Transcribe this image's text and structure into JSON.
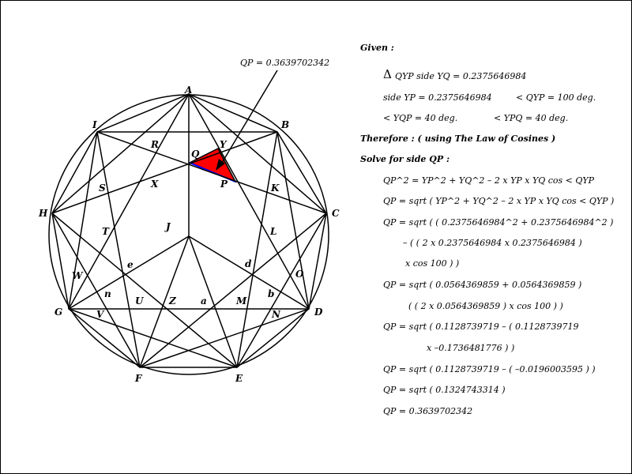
{
  "annotation": "QP = 0.3639702342",
  "point_labels": {
    "A": "A",
    "B": "B",
    "C": "C",
    "D": "D",
    "E": "E",
    "F": "F",
    "G": "G",
    "H": "H",
    "I": "I",
    "Q": "Q",
    "Y": "Y",
    "P": "P",
    "R": "R",
    "X": "X",
    "K": "K",
    "S": "S",
    "J": "J",
    "T": "T",
    "L": "L",
    "e": "e",
    "d": "d",
    "W": "W",
    "O": "O",
    "n": "n",
    "b": "b",
    "U": "U",
    "Z": "Z",
    "a": "a",
    "M": "M",
    "V": "V",
    "N": "N"
  },
  "colors": {
    "triangle_fill": "#ff0000",
    "segment": "#0000ff",
    "line": "#000000"
  },
  "text": {
    "given": "Given :",
    "triangle_symbol": "Δ",
    "given_line1": "QYP     side YQ = 0.2375646984",
    "given_line2a": "side YP = 0.2375646984",
    "given_line2b": "< QYP = 100 deg.",
    "given_line3a": "< YQP = 40 deg.",
    "given_line3b": "< YPQ = 40 deg.",
    "therefore": "Therefore : ( using The Law of Cosines )",
    "solve": "Solve for side QP :",
    "steps": [
      "QP^2 = YP^2 + YQ^2 – 2 x YP x YQ cos < QYP",
      "QP = sqrt ( YP^2 + YQ^2 – 2 x YP x YQ cos < QYP )",
      "QP = sqrt ( ( 0.2375646984^2 + 0.2375646984^2 )",
      "– ( ( 2 x 0.2375646984 x 0.2375646984 )",
      "x cos 100 ) )",
      "QP = sqrt ( 0.0564369859 + 0.0564369859 )",
      "( ( 2 x 0.0564369859 ) x  cos 100 ) )",
      "QP = sqrt ( 0.1128739719 – ( 0.1128739719",
      "x –0.1736481776 ) )",
      "QP = sqrt ( 0.1128739719 – ( –0.0196003595 ) )",
      "QP = sqrt ( 0.1324743314 )",
      "QP = 0.3639702342"
    ]
  }
}
